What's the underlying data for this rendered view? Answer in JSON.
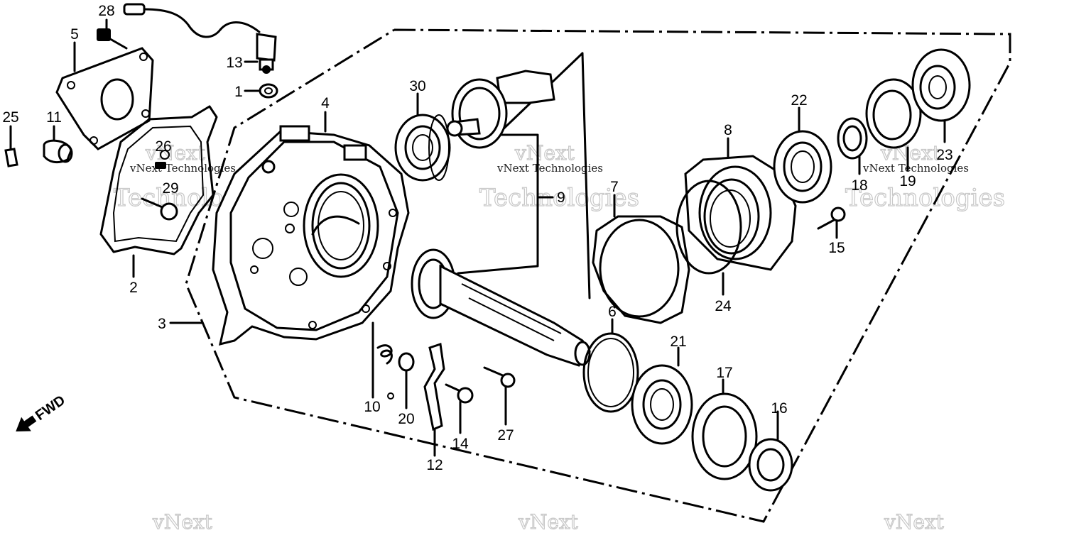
{
  "diagram": {
    "part_labels": [
      "1",
      "2",
      "3",
      "4",
      "5",
      "6",
      "7",
      "8",
      "9",
      "10",
      "11",
      "12",
      "13",
      "14",
      "15",
      "16",
      "17",
      "18",
      "19",
      "20",
      "21",
      "22",
      "23",
      "24",
      "25",
      "26",
      "27",
      "28",
      "29",
      "30"
    ],
    "direction_label": "FWD",
    "watermark_line1": "vNext Technologies",
    "watermark_line2": "Technologies",
    "watermark_word": "vNext"
  }
}
